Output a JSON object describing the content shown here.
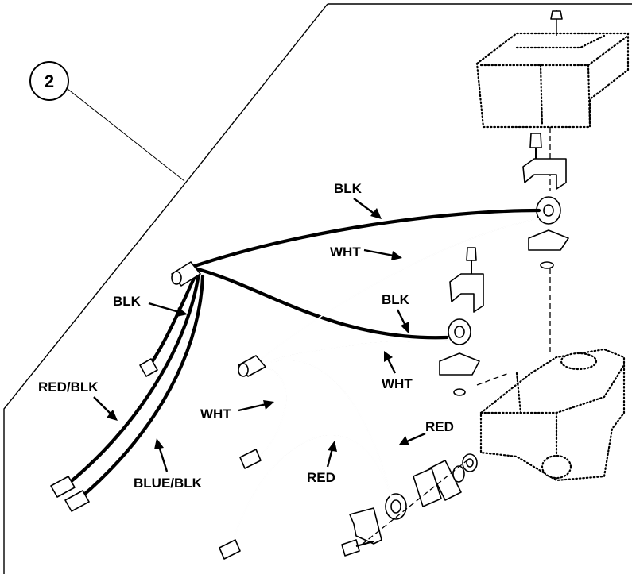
{
  "callout": {
    "number": "2"
  },
  "labels": {
    "blk_top": "BLK",
    "wht_top": "WHT",
    "blk_left": "BLK",
    "blk_mid": "BLK",
    "wht_mid": "WHT",
    "red_blk": "RED/BLK",
    "wht_left": "WHT",
    "red_right": "RED",
    "red_low": "RED",
    "blue_blk": "BLUE/BLK"
  }
}
